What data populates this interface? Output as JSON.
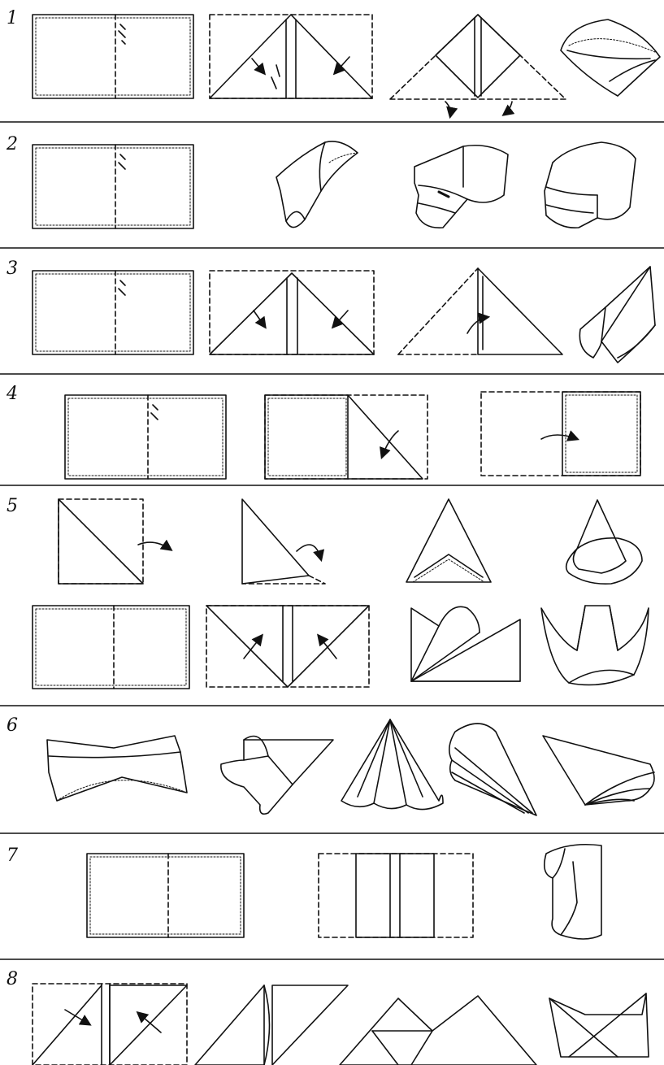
{
  "rows": [
    {
      "number": "1"
    },
    {
      "number": "2"
    },
    {
      "number": "3"
    },
    {
      "number": "4"
    },
    {
      "number": "5"
    },
    {
      "number": "6"
    },
    {
      "number": "7"
    },
    {
      "number": "8"
    }
  ],
  "colors": {
    "ink": "#111111",
    "paper": "#ffffff"
  }
}
